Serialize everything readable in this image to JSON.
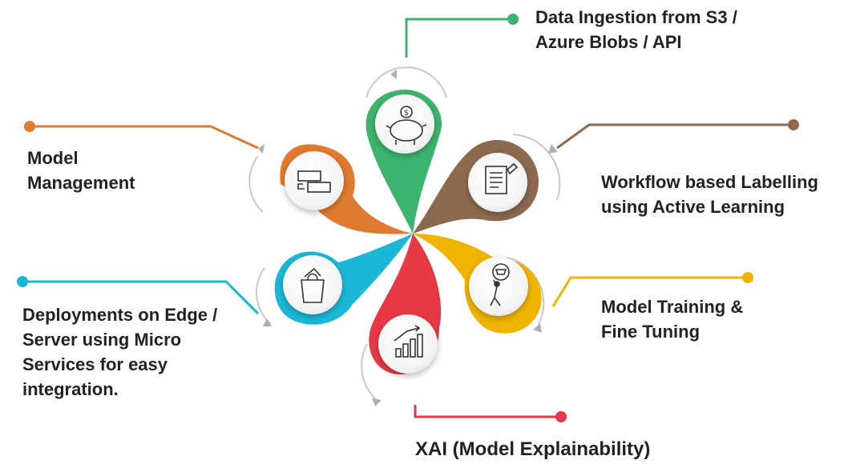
{
  "diagram": {
    "stages": [
      {
        "id": "data-ingestion",
        "lines": [
          "Data Ingestion from S3 /",
          "Azure Blobs / API"
        ],
        "color": "#3db46d",
        "icon": "piggy-bank-icon"
      },
      {
        "id": "workflow-labelling",
        "lines": [
          "Workflow based Labelling",
          "using Active Learning"
        ],
        "color": "#8b6a50",
        "icon": "document-pen-icon"
      },
      {
        "id": "model-training",
        "lines": [
          "Model Training &",
          "Fine Tuning"
        ],
        "color": "#f0b400",
        "icon": "person-carrying-cart-icon"
      },
      {
        "id": "xai",
        "lines": [
          "XAI (Model Explainability)"
        ],
        "color": "#e63946",
        "icon": "bar-chart-growth-icon"
      },
      {
        "id": "deployments",
        "lines": [
          "Deployments on Edge /",
          "Server using Micro",
          "Services for easy",
          "integration."
        ],
        "color": "#1ab8d6",
        "icon": "shopping-bag-icon"
      },
      {
        "id": "model-management",
        "lines": [
          "Model",
          "Management"
        ],
        "color": "#e07a2e",
        "icon": "exchange-boxes-icon"
      }
    ]
  }
}
